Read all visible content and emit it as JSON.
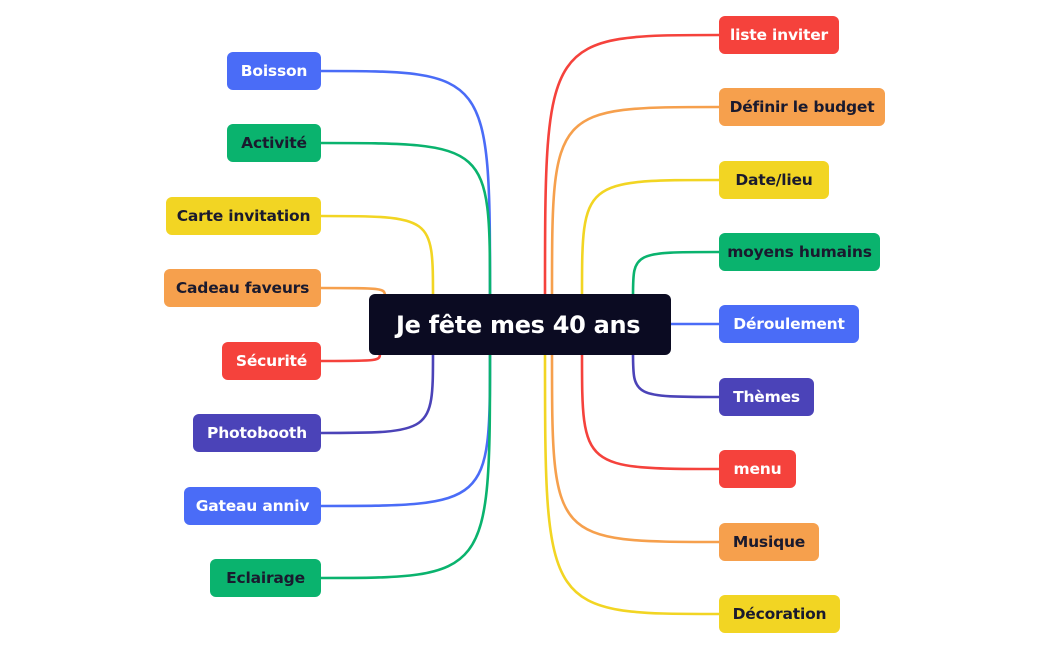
{
  "center": {
    "label": "Je fête mes 40 ans"
  },
  "colors": {
    "blue": "#4a6cf7",
    "green": "#0ab36e",
    "yellow": "#f2d523",
    "orange": "#f6a04d",
    "red": "#f5423c",
    "indigo": "#4b43b8"
  },
  "left_branches": [
    {
      "label": "Boisson",
      "color": "blue"
    },
    {
      "label": "Activité",
      "color": "green"
    },
    {
      "label": "Carte invitation",
      "color": "yellow"
    },
    {
      "label": "Cadeau faveurs",
      "color": "orange"
    },
    {
      "label": "Sécurité",
      "color": "red"
    },
    {
      "label": "Photobooth",
      "color": "indigo"
    },
    {
      "label": "Gateau anniv",
      "color": "blue"
    },
    {
      "label": "Eclairage",
      "color": "green"
    }
  ],
  "right_branches": [
    {
      "label": "liste inviter",
      "color": "red"
    },
    {
      "label": "Définir le budget",
      "color": "orange"
    },
    {
      "label": "Date/lieu",
      "color": "yellow"
    },
    {
      "label": "moyens humains",
      "color": "green"
    },
    {
      "label": "Déroulement",
      "color": "blue"
    },
    {
      "label": "Thèmes",
      "color": "indigo"
    },
    {
      "label": "menu",
      "color": "red"
    },
    {
      "label": "Musique",
      "color": "orange"
    },
    {
      "label": "Décoration",
      "color": "yellow"
    }
  ]
}
